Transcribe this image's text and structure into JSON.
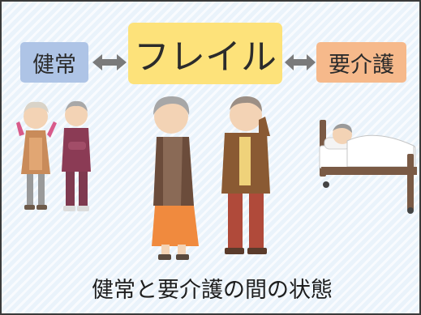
{
  "labels": {
    "healthy": "健常",
    "frailty": "フレイル",
    "care_needed": "要介護"
  },
  "caption": "健常と要介護の間の状態",
  "colors": {
    "healthy_box": "#aec4e6",
    "frailty_box": "#fde27a",
    "care_box": "#f6b98b",
    "arrow": "#7a7a7a",
    "background": "#eaf3fb"
  }
}
